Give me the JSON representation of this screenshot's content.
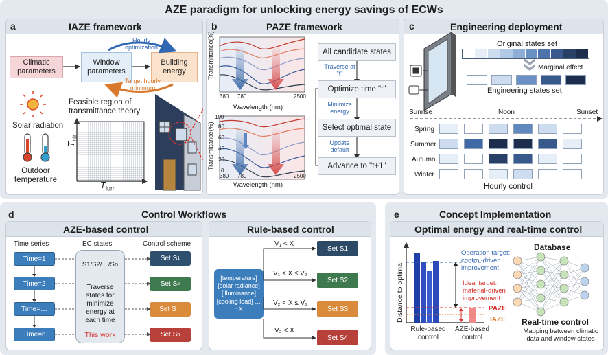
{
  "main_title": "AZE paradigm for unlocking energy savings of ECWs",
  "panel_a": {
    "letter": "a",
    "title": "IAZE framework",
    "climatic": "Climatic parameters",
    "window": "Window parameters",
    "building": "Building energy",
    "hourly_opt": "Hourly optimization",
    "target_min": "Target hourly minimum",
    "feasible": "Feasible region of transmittance theory",
    "solar": "Solar radiation",
    "outdoor": "Outdoor temperature",
    "t_nir": "T",
    "t_nir_sub": "nir",
    "t_lum": "T",
    "t_lum_sub": "lum"
  },
  "panel_b": {
    "letter": "b",
    "title": "PAZE framework",
    "ylabel": "Transmittance(%)",
    "xlabel": "Wavelength (nm)",
    "x_ticks": [
      "380",
      "780",
      "2500"
    ],
    "y_ticks": [
      "100",
      "80",
      "60",
      "40",
      "20",
      "0"
    ],
    "step1": "All candidate states",
    "note1": "Traverse at \"t\"",
    "step2": "Optimize time \"t\"",
    "note2": "Minimize energy",
    "step3": "Select optimal state",
    "note3": "Update default",
    "step4": "Advance to \"t+1\""
  },
  "panel_c": {
    "letter": "c",
    "title": "Engineering deployment",
    "original": "Original states set",
    "marginal": "Marginal effect",
    "engineering": "Engineering states set",
    "sunrise": "Sunrise",
    "noon": "Noon",
    "sunset": "Sunset",
    "seasons": [
      "Spring",
      "Summer",
      "Autumn",
      "Winter"
    ],
    "hourly": "Hourly control",
    "original_colors": [
      "#ffffff",
      "#e6eef7",
      "#cddcee",
      "#b0c9e4",
      "#8eaed6",
      "#6a91c4",
      "#4c74aa",
      "#37598c",
      "#283f66",
      "#1d2e4d"
    ],
    "engineering_colors": [
      "#ffffff",
      "#cddcee",
      "#6a91c4",
      "#37598c",
      "#1d2e4d"
    ],
    "grid": [
      [
        "#e6eef7",
        "#ffffff",
        "#cddcee",
        "#5f88bf",
        "#cddcee",
        "#ffffff"
      ],
      [
        "#cddcee",
        "#3f6aa6",
        "#1d2e4d",
        "#1d2e4d",
        "#37598c",
        "#e6eef7"
      ],
      [
        "#e6eef7",
        "#ffffff",
        "#283f66",
        "#37598c",
        "#e6eef7",
        "#ffffff"
      ],
      [
        "#ffffff",
        "#ffffff",
        "#e6eef7",
        "#cddcee",
        "#ffffff",
        "#ffffff"
      ]
    ]
  },
  "panel_d": {
    "letter": "d",
    "title": "Control Workflows",
    "aze_title": "AZE-based control",
    "col_time": "Time series",
    "col_ec": "EC states",
    "col_scheme": "Control scheme",
    "times": [
      "Time=1",
      "Time=2",
      "Time=…",
      "Time=n"
    ],
    "ec_states": "S1/S2/…/Sn",
    "ec_desc": "Traverse states for minimize energy at each time",
    "this_work": "This work",
    "sets": [
      "Set S",
      "Set S",
      "Set S",
      "Set S"
    ],
    "set_subs": [
      "1",
      "2",
      "…",
      "n"
    ],
    "set_colors": [
      "#2f4f6e",
      "#3f7a4e",
      "#d98a3a",
      "#b8403a"
    ],
    "rule_title": "Rule-based control",
    "rule_input": "[temperature] [solar radiance] [illuminance] [cooling load] …=X",
    "conditions": [
      "V₁ < X",
      "V₁ < X ≤ V₂",
      "V₂ < X ≤ V₃",
      "V₃ < X"
    ],
    "rule_sets": [
      "Set S1",
      "Set S2",
      "Set S3",
      "Set S4"
    ]
  },
  "panel_e": {
    "letter": "e",
    "title": "Concept Implementation",
    "sub_title": "Optimal energy and real-time control",
    "ylabel": "Distance to optima",
    "op_target": "Operation target: control-driven improvement",
    "ideal_target": "Ideal target: material-driven improvement",
    "paze": "PAZE",
    "iaze": "IAZE",
    "x_rule": "Rule-based control",
    "x_aze": "AZE-based control",
    "database": "Database",
    "realtime": "Real-time control",
    "mapping": "Mapping between climatic data and window states"
  }
}
